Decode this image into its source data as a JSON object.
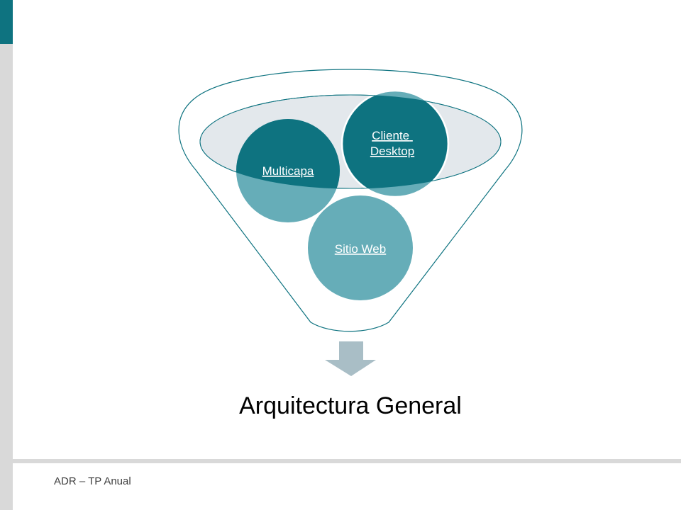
{
  "slide": {
    "footer": "ADR – TP Anual"
  },
  "diagram": {
    "result_label": "Arquitectura General",
    "items": [
      {
        "label": "Multicapa",
        "lines": [
          "Multicapa"
        ]
      },
      {
        "label": "Cliente Desktop",
        "lines": [
          "Cliente",
          "Desktop"
        ]
      },
      {
        "label": "Sitio Web",
        "lines": [
          "Sitio Web"
        ]
      }
    ]
  },
  "colors": {
    "accent": "#0e7380",
    "light_circle": "#66adb8",
    "funnel_rim": "#e3e8ec",
    "arrow": "#a9bec6"
  }
}
